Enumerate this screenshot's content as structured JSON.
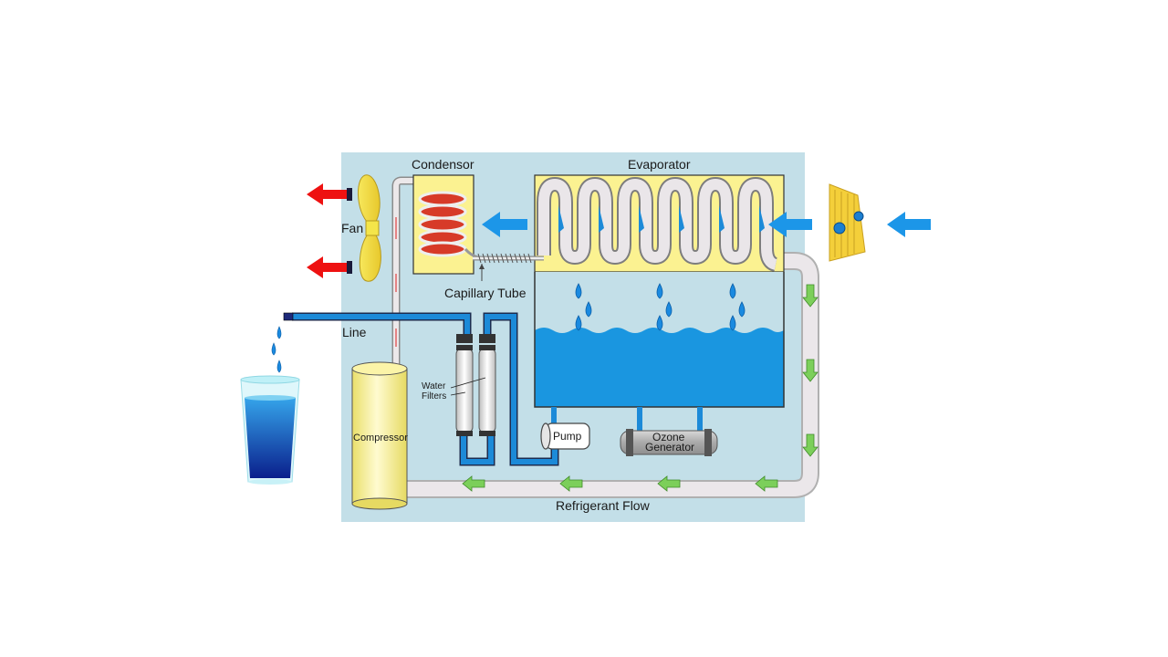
{
  "labels": {
    "condensor": "Condensor",
    "evaporator": "Evaporator",
    "fan": "Fan",
    "capillary_tube": "Capillary Tube",
    "line": "Line",
    "water_filters_line1": "Water",
    "water_filters_line2": "Filters",
    "compressor": "Compressor",
    "pump": "Pump",
    "ozone_generator_line1": "Ozone",
    "ozone_generator_line2": "Generator",
    "refrigerant_flow": "Refrigerant Flow"
  },
  "colors": {
    "panel": "#c3dfe8",
    "yellow_box": "#fbf291",
    "water": "#1a96e0",
    "pipe_blue": "#1c8ad8",
    "refrigerant_pipe": "#e8e4e6",
    "hot_arrow": "#ee1111",
    "cold_arrow": "#1c96e8",
    "flow_arrow": "#7ccf5a",
    "coil_red": "#d73a28",
    "compressor": "#f6ef90"
  }
}
